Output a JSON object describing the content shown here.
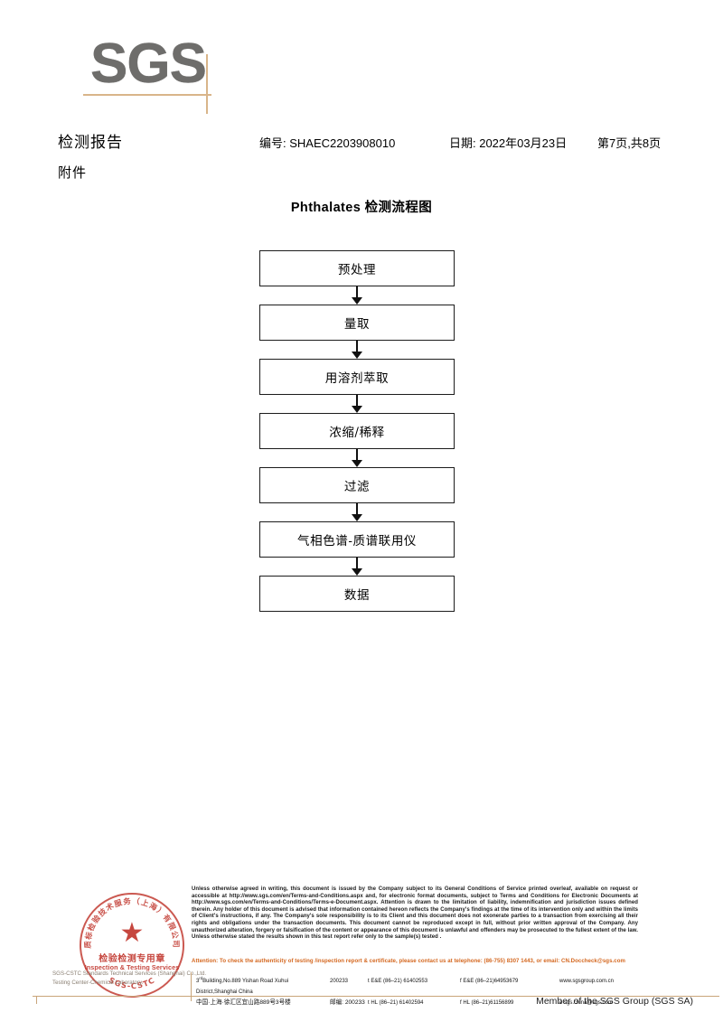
{
  "logo": {
    "text": "SGS"
  },
  "header": {
    "report_title": "检测报告",
    "attachment_label": "附件",
    "report_no": "编号: SHAEC2203908010",
    "date": "日期: 2022年03月23日",
    "page": "第7页,共8页"
  },
  "flowchart": {
    "title": "Phthalates 检测流程图",
    "steps": [
      {
        "label": "预处理"
      },
      {
        "label": "量取"
      },
      {
        "label": "用溶剂萃取"
      },
      {
        "label": "浓缩/稀释"
      },
      {
        "label": "过滤"
      },
      {
        "label": "气相色谱-质谱联用仪"
      },
      {
        "label": "数据"
      }
    ]
  },
  "seal": {
    "arc_text_cn": "质标检验技术服务（上海）有限公司",
    "arc_text_en": "SGS-CSTC",
    "center_cn": "检验检测专用章",
    "center_en": "Inspection & Testing Services",
    "star": "★",
    "color": "#c0342b"
  },
  "company_watermark": {
    "line1": "SGS-CSTC Standards Technical Services (Shanghai) Co.,Ltd.",
    "line2": "Testing Center-Chemical Laboratory."
  },
  "footer": {
    "legal": "Unless otherwise agreed in writing, this document is issued by the Company subject to its General Conditions of Service printed overleaf, available on request or accessible at http://www.sgs.com/en/Terms-and-Conditions.aspx and, for electronic format documents, subject to Terms and Conditions for Electronic Documents at http://www.sgs.com/en/Terms-and-Conditions/Terms-e-Document.aspx. Attention is drawn to the limitation of liability, indemnification and jurisdiction issues defined therein. Any holder of this document is advised that information contained hereon reflects the Company's findings at the time of its intervention only and within the limits of Client's instructions, if any. The Company's sole responsibility is to its Client and this document does not exonerate parties to a transaction from exercising all their rights and obligations under the transaction documents. This document cannot be reproduced except in full, without prior written approval of the Company. Any unauthorized alteration, forgery or falsification of the content or appearance of this document is unlawful and offenders may be prosecuted to the fullest extent of the law. Unless otherwise stated the results shown in this test report refer only to the sample(s) tested .",
    "attention": "Attention: To check the authenticity of testing /inspection report & certificate, please contact us at telephone: (86-755) 8307 1443, or email: CN.Doccheck@sgs.com",
    "attention_color": "#d4671f",
    "address_en": "Building,No.889 Yishan Road Xuhui District,Shanghai China",
    "address_en_prefix": "3",
    "address_en_sup": "rd",
    "address_cn": "中国·上海·徐汇区宜山路889号3号楼",
    "zip_en": "200233",
    "zip_cn": "邮编: 200233",
    "tel_1": "t E&E (86–21) 61402553",
    "fax_1": "f E&E (86–21)64953679",
    "tel_2": "t HL (86–21) 61402594",
    "fax_2": "f HL (86–21)61156899",
    "web": "www.sgsgroup.com.cn",
    "email": "e  sgs.china@sgs.com",
    "rule_color": "#c9a57a",
    "member": "Member of the SGS Group (SGS SA)"
  }
}
